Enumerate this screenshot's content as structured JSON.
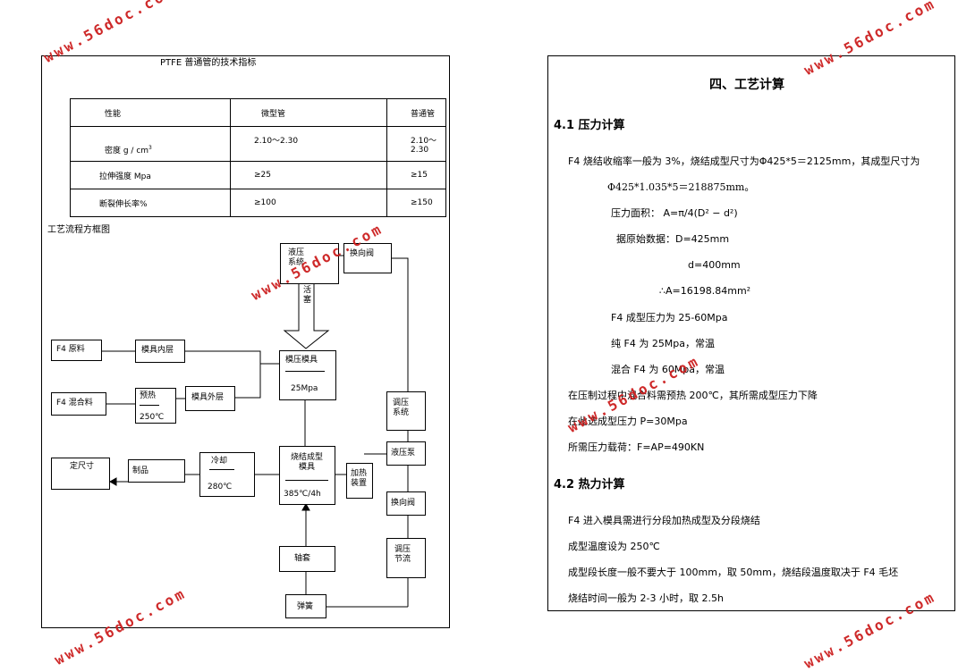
{
  "left": {
    "table_title": "PTFE 普通管的技术指标",
    "table": {
      "headers": [
        "性能",
        "微型管",
        "普通管"
      ],
      "rows": [
        [
          "密度 g / cm",
          "2.10～2.30",
          "2.10～2.30"
        ],
        [
          "拉伸强度 Mpa",
          "≥25",
          "≥15"
        ],
        [
          "断裂伸长率%",
          "≥100",
          "≥150"
        ]
      ],
      "density_exponent": "3"
    },
    "flow_title": "工艺流程方框图",
    "flow": {
      "hydraulic_system": "液压\n系统",
      "reversing_valve_top": "换向阀",
      "piston": "活\n塞",
      "f4_raw": "F4 原料",
      "mold_inner": "模具内层",
      "press_mold": "模压模具",
      "press_mold_value": "25Mpa",
      "f4_mix": "F4 混合料",
      "preheat": "预热",
      "preheat_temp": "250℃",
      "mold_outer": "模具外层",
      "pressure_reg_system": "调压\n系统",
      "sizing": "定尺寸",
      "product": "制品",
      "cooling": "冷却",
      "cooling_temp": "280℃",
      "sinter_mold": "烧结成型\n模具",
      "sinter_params": "385℃/4h",
      "heating_device": "加热\n装置",
      "hydraulic_pump": "液压泵",
      "reversing_valve_bottom": "换向阀",
      "sleeve": "轴套",
      "pressure_throttle": "调压\n节流",
      "spring": "弹簧"
    }
  },
  "right": {
    "title": "四、工艺计算",
    "s41_title": "4.1 压力计算",
    "s41_lines": [
      "F4 烧结收缩率一般为 3%，烧结成型尺寸为Φ425*5＝2125mm，其成型尺寸为",
      "Φ425*1.035*5＝218875mm。",
      "压力面积：   A=π/4(D² − d²)",
      "据原始数据：D=425mm",
      "d=400mm",
      "∴A=16198.84mm²",
      "F4 成型压力为 25-60Mpa",
      "纯 F4 为 25Mpa，常温",
      "混合 F4 为 60Mpa，常温",
      "在压制过程中混合料需预热 200℃，其所需成型压力下降",
      "在此选成型压力 P=30Mpa",
      "所需压力载荷：F=AP=490KN"
    ],
    "s42_title": "4.2 热力计算",
    "s42_lines": [
      "F4 进入模具需进行分段加热成型及分段烧结",
      "成型温度设为 250℃",
      "成型段长度一般不要大于 100mm，取 50mm，烧结段温度取决于 F4 毛坯",
      "烧结时间一般为 2-3 小时，取 2.5h"
    ]
  },
  "watermark_text": "www.56doc.com",
  "colors": {
    "watermark": "#cc1e1e",
    "ink": "#000000"
  }
}
